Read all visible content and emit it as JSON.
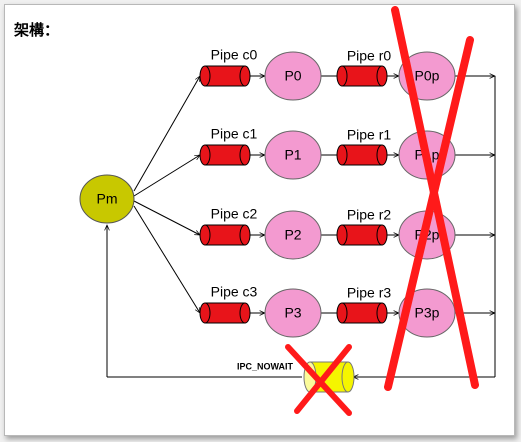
{
  "heading": "架構：",
  "master": {
    "label": "Pm"
  },
  "rows": [
    {
      "pipe_in": "Pipe c0",
      "child": "P0",
      "pipe_out": "Pipe r0",
      "grandchild": "P0p"
    },
    {
      "pipe_in": "Pipe c1",
      "child": "P1",
      "pipe_out": "Pipe r1",
      "grandchild": "P1p"
    },
    {
      "pipe_in": "Pipe c2",
      "child": "P2",
      "pipe_out": "Pipe r2",
      "grandchild": "P2p"
    },
    {
      "pipe_in": "Pipe c3",
      "child": "P3",
      "pipe_out": "Pipe r3",
      "grandchild": "P3p"
    }
  ],
  "queue": {
    "label": "IPC_NOWAIT"
  },
  "colors": {
    "master_fill": "#c8c800",
    "process_fill": "#f39ad0",
    "pipe_fill": "#e8141a",
    "queue_fill": "#f5f500",
    "cross": "#ff1a1a"
  }
}
